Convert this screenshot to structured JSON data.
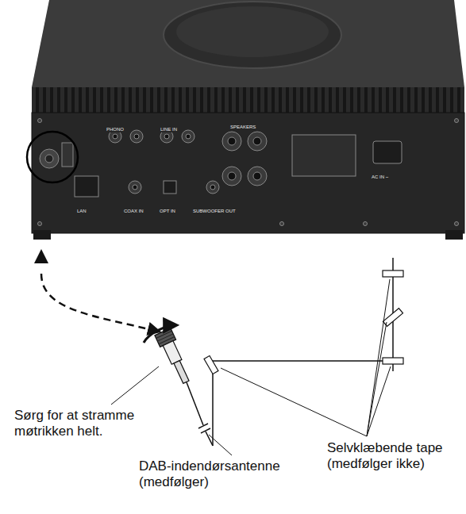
{
  "diagram": {
    "labels": [
      "PHONO",
      "LINE IN",
      "SPEAKERS",
      "LAN",
      "COAX IN",
      "OPT IN",
      "SUBWOOFER OUT",
      "AC IN ~",
      "Sørg for at stramme møtrikken helt.",
      "Selvklæbende tape (medfølger ikke)",
      "DAB-indendørsantenne (medfølger)"
    ]
  }
}
